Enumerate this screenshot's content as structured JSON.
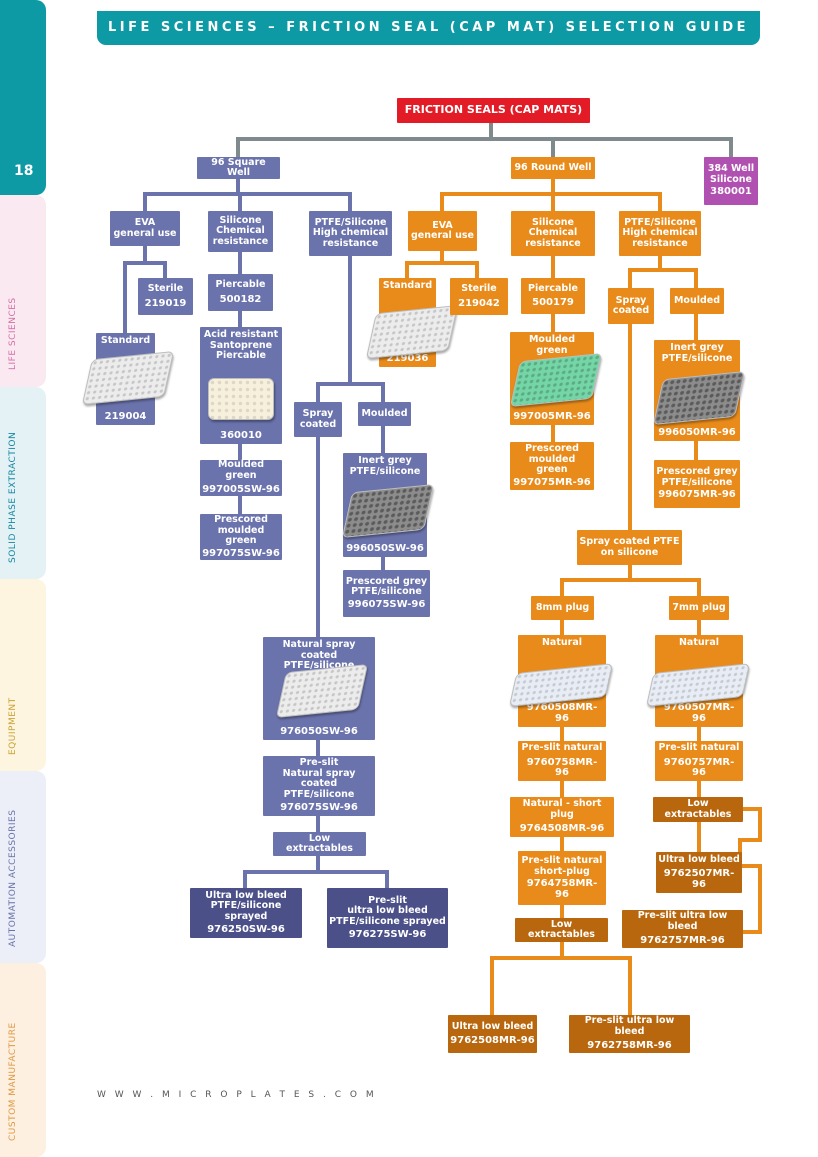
{
  "header": {
    "title": "LIFE SCIENCES – FRICTION SEAL (CAP MAT) SELECTION GUIDE"
  },
  "page_number": "18",
  "side_tabs": [
    "LIFE SCIENCES",
    "SOLID PHASE EXTRACTION",
    "EQUIPMENT",
    "AUTOMATION ACCESSORIES",
    "CUSTOM MANUFACTURE"
  ],
  "footer": {
    "url": "W W W . M I C R O P L A T E S . C O M"
  },
  "colors": {
    "teal": "#0e9aa5",
    "square_well": "#6b73ad",
    "round_well": "#e88b1a",
    "384_well": "#b050b0",
    "root": "#e31b26"
  },
  "nodes": {
    "root": "FRICTION SEALS (CAP MATS)",
    "sq": "96 Square Well",
    "rd": "96 Round Well",
    "w384": "384 Well\nSilicone",
    "w384_code": "380001",
    "sq_eva": "EVA\ngeneral use",
    "sq_sil": "Silicone\nChemical\nresistance",
    "sq_ptfe": "PTFE/Silicone\nHigh chemical\nresistance",
    "sq_sterile": "Sterile",
    "sq_sterile_code": "219019",
    "sq_std": "Standard",
    "sq_std_code": "219004",
    "sq_pierce": "Piercable",
    "sq_pierce_code": "500182",
    "sq_acid": "Acid resistant\nSantoprene\nPiercable",
    "sq_acid_code": "360010",
    "sq_mgreen": "Moulded green",
    "sq_mgreen_code": "997005SW-96",
    "sq_pgreen": "Prescored\nmoulded green",
    "sq_pgreen_code": "997075SW-96",
    "sq_spray": "Spray\ncoated",
    "sq_moulded": "Moulded",
    "sq_grey": "Inert grey\nPTFE/silicone",
    "sq_grey_code": "996050SW-96",
    "sq_pgrey": "Prescored grey\nPTFE/silicone",
    "sq_pgrey_code": "996075SW-96",
    "sq_nat": "Natural spray coated\nPTFE/silicone",
    "sq_nat_code": "976050SW-96",
    "sq_preslit": "Pre-slit\nNatural spray coated\nPTFE/silicone",
    "sq_preslit_code": "976075SW-96",
    "sq_lowext": "Low extractables",
    "sq_ulb": "Ultra low bleed\nPTFE/silicone sprayed",
    "sq_ulb_code": "976250SW-96",
    "sq_pulb": "Pre-slit\nultra low bleed\nPTFE/silicone sprayed",
    "sq_pulb_code": "976275SW-96",
    "rd_eva": "EVA\ngeneral use",
    "rd_sil": "Silicone\nChemical\nresistance",
    "rd_ptfe": "PTFE/Silicone\nHigh chemical\nresistance",
    "rd_std": "Standard",
    "rd_std_code": "219036",
    "rd_sterile": "Sterile",
    "rd_sterile_code": "219042",
    "rd_pierce": "Piercable",
    "rd_pierce_code": "500179",
    "rd_mgreen": "Moulded green",
    "rd_mgreen_code": "997005MR-96",
    "rd_pgreen": "Prescored\nmoulded green",
    "rd_pgreen_code": "997075MR-96",
    "rd_spray": "Spray\ncoated",
    "rd_moulded": "Moulded",
    "rd_grey": "Inert grey\nPTFE/silicone",
    "rd_grey_code": "996050MR-96",
    "rd_pgrey": "Prescored grey\nPTFE/silicone",
    "rd_pgrey_code": "996075MR-96",
    "rd_sptfe": "Spray coated PTFE\non silicone",
    "rd_8mm": "8mm plug",
    "rd_7mm": "7mm plug",
    "rd_nat8": "Natural",
    "rd_nat8_code": "9760508MR-96",
    "rd_nat7": "Natural",
    "rd_nat7_code": "9760507MR-96",
    "rd_ps8": "Pre-slit natural",
    "rd_ps8_code": "9760758MR-96",
    "rd_ps7": "Pre-slit natural",
    "rd_ps7_code": "9760757MR-96",
    "rd_short": "Natural - short plug",
    "rd_short_code": "9764508MR-96",
    "rd_le7": "Low extractables",
    "rd_psshort": "Pre-slit natural\nshort-plug",
    "rd_psshort_code": "9764758MR-96",
    "rd_ulb7": "Ultra low bleed",
    "rd_ulb7_code": "9762507MR-96",
    "rd_le8": "Low extractables",
    "rd_pulb7": "Pre-slit ultra low bleed",
    "rd_pulb7_code": "9762757MR-96",
    "rd_ulb8": "Ultra low bleed",
    "rd_ulb8_code": "9762508MR-96",
    "rd_pulb8": "Pre-slit ultra low bleed",
    "rd_pulb8_code": "9762758MR-96"
  }
}
